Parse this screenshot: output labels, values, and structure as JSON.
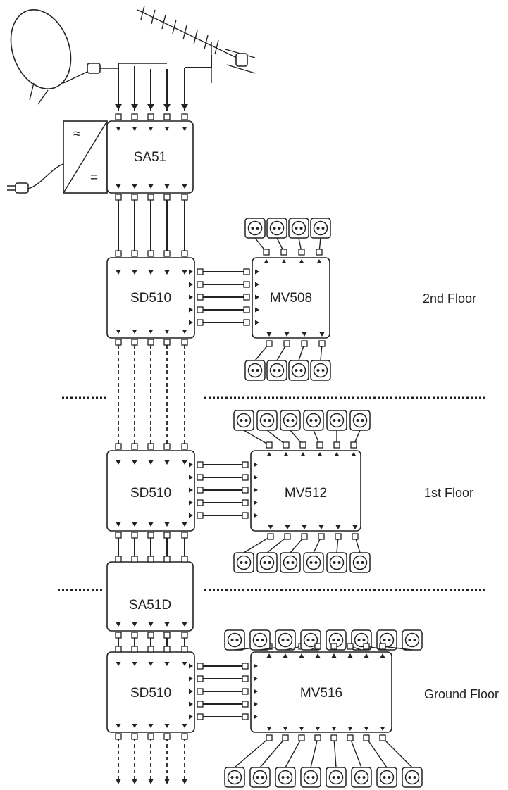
{
  "devices": {
    "sa51": "SA51",
    "sd510_top": "SD510",
    "mv508": "MV508",
    "sd510_mid": "SD510",
    "mv512": "MV512",
    "sa51d": "SA51D",
    "sd510_bottom": "SD510",
    "mv516": "MV516"
  },
  "psu_symbols": {
    "ac": "≈",
    "dc": "="
  },
  "floors": {
    "second": "2nd Floor",
    "first": "1st Floor",
    "ground": "Ground Floor"
  },
  "outlet_counts": {
    "mv508": 8,
    "mv512": 12,
    "mv516": 16
  },
  "icons": [
    "satellite-dish-icon",
    "terrestrial-antenna-icon",
    "power-plug-icon",
    "tv-outlet-icon"
  ]
}
